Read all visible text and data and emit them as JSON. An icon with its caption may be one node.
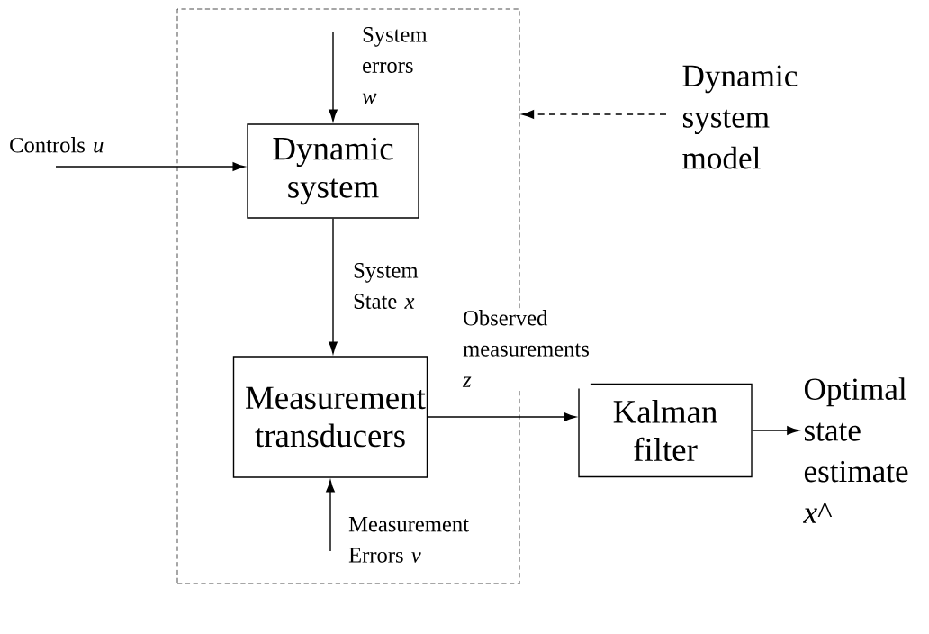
{
  "diagram": {
    "nodes": [
      {
        "text": [],
        "shape": "box"
      },
      {
        "text": [
          "Dynamic system"
        ],
        "in": 0
      },
      {
        "text": [
          "Measurement transducers"
        ],
        "in": 0
      },
      {
        "text": [
          "Kalman filter"
        ]
      },
      {
        "text": [
          "Dynamic system model"
        ]
      },
      {
        "text": [
          "Optimal state estimate *x*^"
        ]
      }
    ],
    "edges": [
      {
        "from": null,
        "to": 1,
        "arrow": "to",
        "label": "Controls *u*"
      },
      {
        "from": null,
        "to": 1,
        "arrow": "to",
        "label": "System errors *w*"
      },
      {
        "from": 1,
        "to": 2,
        "arrow": "to",
        "label": "System State *x*"
      },
      {
        "from": null,
        "to": 2,
        "arrow": "to",
        "label": "Measurement Errors *v*"
      },
      {
        "from": 2,
        "to": 3,
        "arrow": "to",
        "label": "Observed measurements *z*"
      },
      {
        "from": 3,
        "to": 5,
        "arrow": "to"
      },
      {
        "from": 4,
        "to": 0,
        "arrow": "to",
        "style": "dashed"
      }
    ]
  }
}
